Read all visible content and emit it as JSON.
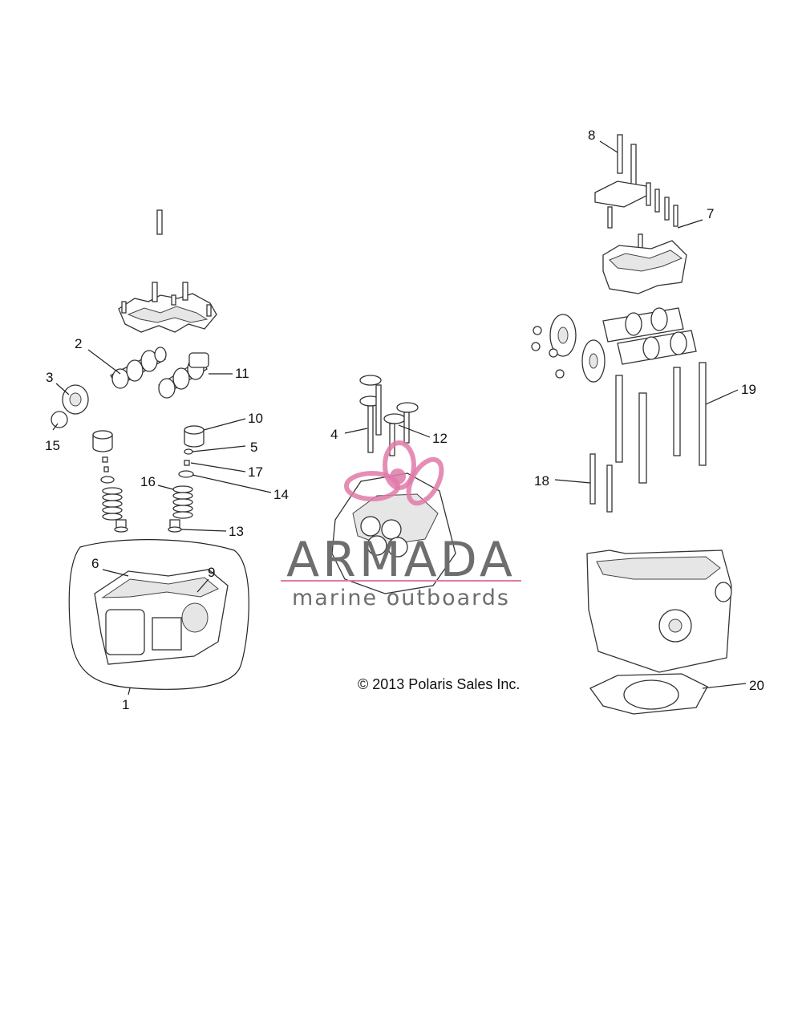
{
  "callouts": [
    {
      "id": "c1",
      "label": "1"
    },
    {
      "id": "c2",
      "label": "2"
    },
    {
      "id": "c3",
      "label": "3"
    },
    {
      "id": "c4",
      "label": "4"
    },
    {
      "id": "c5",
      "label": "5"
    },
    {
      "id": "c6",
      "label": "6"
    },
    {
      "id": "c7",
      "label": "7"
    },
    {
      "id": "c8",
      "label": "8"
    },
    {
      "id": "c9",
      "label": "9"
    },
    {
      "id": "c10",
      "label": "10"
    },
    {
      "id": "c11",
      "label": "11"
    },
    {
      "id": "c12",
      "label": "12"
    },
    {
      "id": "c13",
      "label": "13"
    },
    {
      "id": "c14",
      "label": "14"
    },
    {
      "id": "c15",
      "label": "15"
    },
    {
      "id": "c16",
      "label": "16"
    },
    {
      "id": "c17",
      "label": "17"
    },
    {
      "id": "c18",
      "label": "18"
    },
    {
      "id": "c19",
      "label": "19"
    },
    {
      "id": "c20",
      "label": "20"
    }
  ],
  "copyright": "© 2013 Polaris Sales Inc.",
  "watermark": {
    "brand": "ARMADA",
    "tagline": "marine outboards",
    "accent_color": "#e07aa8",
    "text_color": "#6e6e6e"
  }
}
